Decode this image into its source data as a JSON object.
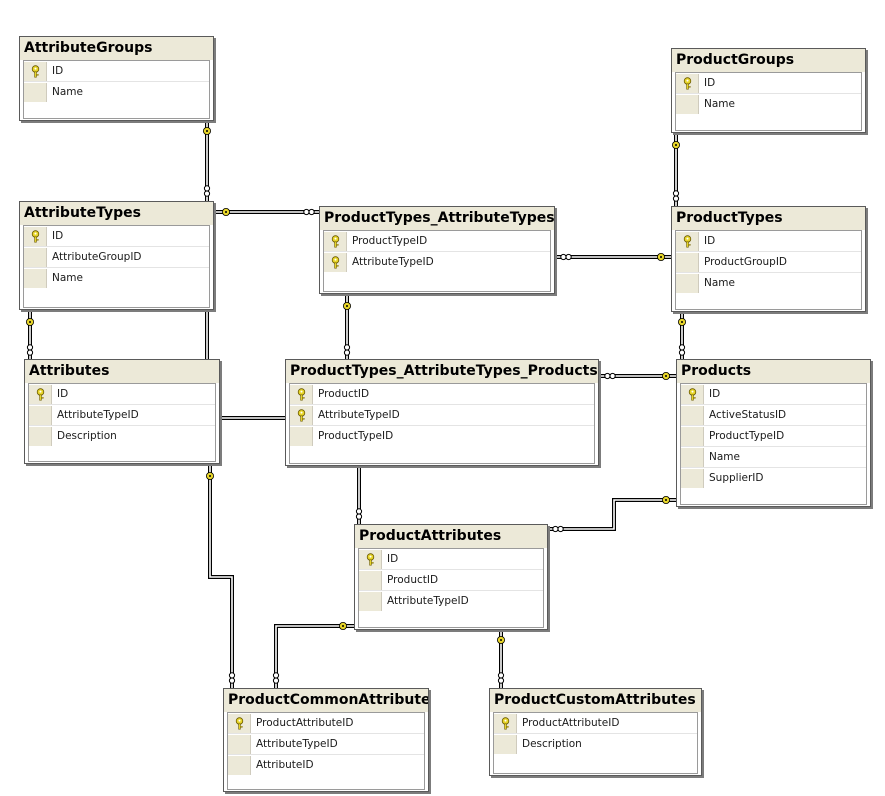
{
  "tables": [
    {
      "id": "AttributeGroups",
      "title": "AttributeGroups",
      "rows": [
        {
          "name": "ID",
          "pk": true
        },
        {
          "name": "Name",
          "pk": false
        }
      ]
    },
    {
      "id": "AttributeTypes",
      "title": "AttributeTypes",
      "rows": [
        {
          "name": "ID",
          "pk": true
        },
        {
          "name": "AttributeGroupID",
          "pk": false
        },
        {
          "name": "Name",
          "pk": false
        }
      ]
    },
    {
      "id": "Attributes",
      "title": "Attributes",
      "rows": [
        {
          "name": "ID",
          "pk": true
        },
        {
          "name": "AttributeTypeID",
          "pk": false
        },
        {
          "name": "Description",
          "pk": false
        }
      ]
    },
    {
      "id": "ProductTypes_AttributeTypes",
      "title": "ProductTypes_AttributeTypes",
      "rows": [
        {
          "name": "ProductTypeID",
          "pk": true
        },
        {
          "name": "AttributeTypeID",
          "pk": true
        }
      ]
    },
    {
      "id": "ProductTypes_AttributeTypes_Products",
      "title": "ProductTypes_AttributeTypes_Products",
      "rows": [
        {
          "name": "ProductID",
          "pk": true
        },
        {
          "name": "AttributeTypeID",
          "pk": true
        },
        {
          "name": "ProductTypeID",
          "pk": false
        }
      ]
    },
    {
      "id": "ProductGroups",
      "title": "ProductGroups",
      "rows": [
        {
          "name": "ID",
          "pk": true
        },
        {
          "name": "Name",
          "pk": false
        }
      ]
    },
    {
      "id": "ProductTypes",
      "title": "ProductTypes",
      "rows": [
        {
          "name": "ID",
          "pk": true
        },
        {
          "name": "ProductGroupID",
          "pk": false
        },
        {
          "name": "Name",
          "pk": false
        }
      ]
    },
    {
      "id": "Products",
      "title": "Products",
      "rows": [
        {
          "name": "ID",
          "pk": true
        },
        {
          "name": "ActiveStatusID",
          "pk": false
        },
        {
          "name": "ProductTypeID",
          "pk": false
        },
        {
          "name": "Name",
          "pk": false
        },
        {
          "name": "SupplierID",
          "pk": false
        }
      ]
    },
    {
      "id": "ProductAttributes",
      "title": "ProductAttributes",
      "rows": [
        {
          "name": "ID",
          "pk": true
        },
        {
          "name": "ProductID",
          "pk": false
        },
        {
          "name": "AttributeTypeID",
          "pk": false
        }
      ]
    },
    {
      "id": "ProductCommonAttributes",
      "title": "ProductCommonAttributes",
      "rows": [
        {
          "name": "ProductAttributeID",
          "pk": true
        },
        {
          "name": "AttributeTypeID",
          "pk": false
        },
        {
          "name": "AttributeID",
          "pk": false
        }
      ]
    },
    {
      "id": "ProductCustomAttributes",
      "title": "ProductCustomAttributes",
      "rows": [
        {
          "name": "ProductAttributeID",
          "pk": true
        },
        {
          "name": "Description",
          "pk": false
        }
      ]
    }
  ],
  "relationships": [
    {
      "from": "AttributeGroups",
      "to": "AttributeTypes"
    },
    {
      "from": "AttributeTypes",
      "to": "ProductTypes_AttributeTypes"
    },
    {
      "from": "ProductTypes",
      "to": "ProductTypes_AttributeTypes"
    },
    {
      "from": "ProductGroups",
      "to": "ProductTypes"
    },
    {
      "from": "AttributeTypes",
      "to": "Attributes"
    },
    {
      "from": "ProductTypes_AttributeTypes",
      "to": "ProductTypes_AttributeTypes_Products"
    },
    {
      "from": "Products",
      "to": "ProductTypes_AttributeTypes_Products"
    },
    {
      "from": "ProductTypes",
      "to": "Products"
    },
    {
      "from": "Products",
      "to": "ProductAttributes"
    },
    {
      "from": "Attributes",
      "to": "ProductCommonAttributes"
    },
    {
      "from": "ProductAttributes",
      "to": "ProductCommonAttributes"
    },
    {
      "from": "ProductAttributes",
      "to": "ProductCustomAttributes"
    }
  ],
  "colors": {
    "key_icon": "#e8d62a",
    "line": "#000000",
    "header": "#ece9d8"
  }
}
